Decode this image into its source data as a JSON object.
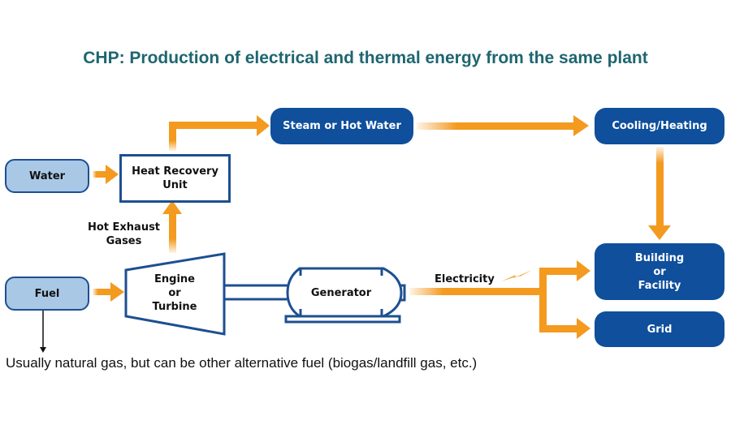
{
  "title": "CHP: Production of electrical and thermal energy from the same plant",
  "nodes": {
    "water": "Water",
    "fuel": "Fuel",
    "heat_recovery": [
      "Heat Recovery",
      "Unit"
    ],
    "engine": [
      "Engine",
      "or",
      "Turbine"
    ],
    "generator": "Generator",
    "steam": "Steam or Hot Water",
    "cooling": "Cooling/Heating",
    "building": [
      "Building",
      "or",
      "Facility"
    ],
    "grid": "Grid"
  },
  "labels": {
    "exhaust": [
      "Hot Exhaust",
      "Gases"
    ],
    "electricity": "Electricity"
  },
  "note": "Usually natural gas, but can be other alternative fuel (biogas/landfill gas, etc.)",
  "colors": {
    "arrow": "#f39a1f",
    "node_dark": "#0f4f9c",
    "node_light": "#a9c8e6",
    "outline": "#1d4f91",
    "title": "#1e6670"
  }
}
